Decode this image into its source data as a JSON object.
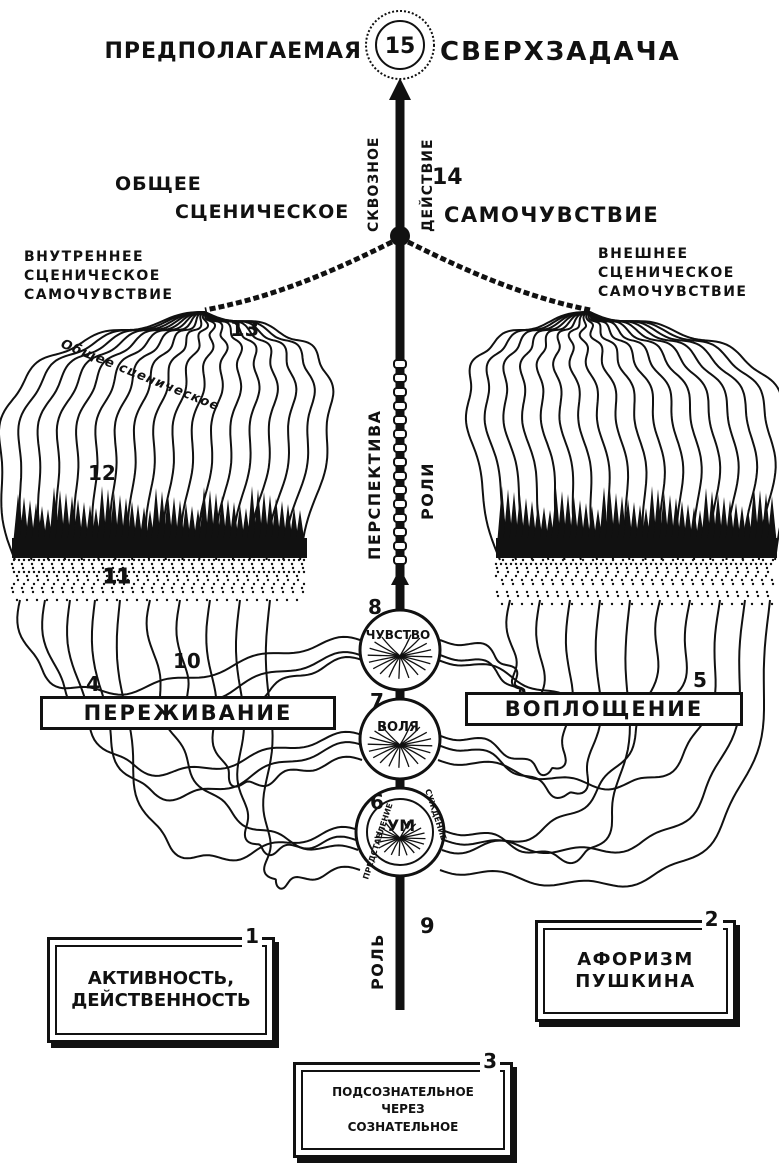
{
  "top": {
    "left": "ПРЕДПОЛАГАЕМАЯ",
    "number": "15",
    "right": "СВЕРХЗАДАЧА"
  },
  "general": {
    "line1": "ОБЩЕЕ",
    "line2": "СЦЕНИЧЕСКОЕ",
    "line3": "САМОЧУВСТВИЕ",
    "number": "14",
    "through_action_1": "СКВОЗНОЕ",
    "through_action_2": "ДЕЙСТВИЕ"
  },
  "inner": {
    "line1": "ВНУТРЕННЕЕ",
    "line2": "СЦЕНИЧЕСКОЕ",
    "line3": "САМОЧУВСТВИЕ",
    "number": "13",
    "number12": "12",
    "number11": "11",
    "number10": "10",
    "diagonal": "Общее сценическое"
  },
  "outer": {
    "line1": "ВНЕШНЕЕ",
    "line2": "СЦЕНИЧЕСКОЕ",
    "line3": "САМОЧУВСТВИЕ"
  },
  "axis": {
    "perspective_1": "ПЕРСПЕКТИВА",
    "perspective_2": "РОЛИ",
    "role": "РОЛЬ",
    "number9": "9"
  },
  "circles": {
    "feelings": "ЧУВСТВО",
    "feelings_num": "8",
    "will": "ВОЛЯ",
    "will_num": "7",
    "mind": "УМ",
    "mind_num": "6",
    "mind_left": "ПРЕДСТАВЛЕНИЕ",
    "mind_right": "СУЖДЕНИЕ"
  },
  "banners": {
    "left_num": "4",
    "left": "ПЕРЕЖИВАНИЕ",
    "right_num": "5",
    "right": "ВОПЛОЩЕНИЕ"
  },
  "boxes": {
    "b1_num": "1",
    "b1_line1": "АКТИВНОСТЬ,",
    "b1_line2": "ДЕЙСТВЕННОСТЬ",
    "b2_num": "2",
    "b2_line1": "АФОРИЗМ",
    "b2_line2": "ПУШКИНА",
    "b3_num": "3",
    "b3_line1": "ПОДСОЗНАТЕЛЬНОЕ",
    "b3_line2": "ЧЕРЕЗ",
    "b3_line3": "СОЗНАТЕЛЬНОЕ"
  }
}
